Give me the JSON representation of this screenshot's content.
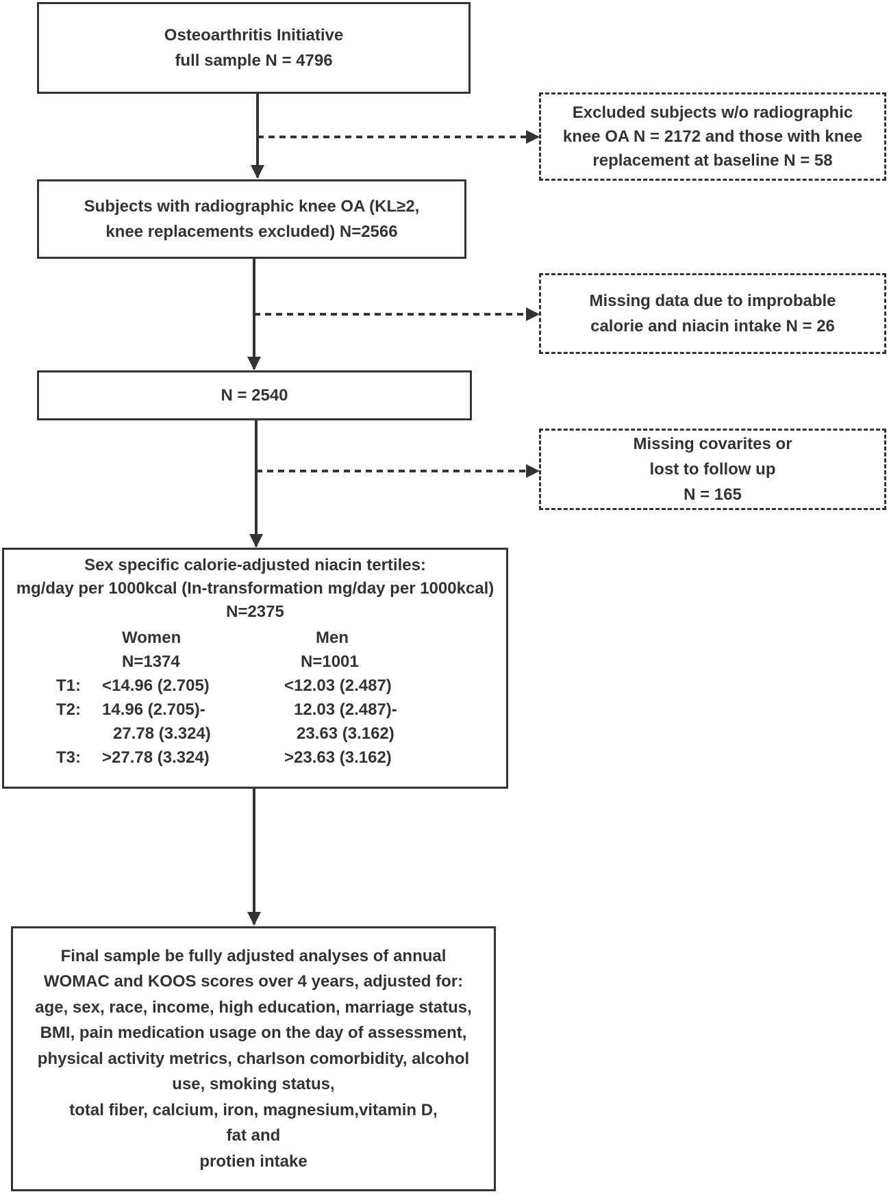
{
  "boxes": {
    "full_sample": [
      "Osteoarthritis Initiative",
      "full sample N = 4796"
    ],
    "excluded_no_oa": [
      "Excluded subjects w/o radiographic",
      "knee OA N = 2172 and those with knee",
      "replacement at baseline N = 58"
    ],
    "radiographic_oa": [
      "Subjects with radiographic knee OA (KL≥2,",
      "knee replacements excluded) N=2566"
    ],
    "missing_calorie": [
      "Missing data due to improbable",
      "calorie and niacin intake N = 26"
    ],
    "n2540": [
      "N = 2540"
    ],
    "missing_covariates": [
      "Missing covarites or",
      "lost to follow up",
      "N = 165"
    ],
    "tertiles": {
      "title": [
        "Sex specific calorie-adjusted niacin tertiles:",
        "mg/day per 1000kcal (In-transformation mg/day per 1000kcal)",
        "N=2375"
      ],
      "women_header": "Women",
      "men_header": "Men",
      "women_n": "N=1374",
      "men_n": "N=1001",
      "rows": [
        {
          "label": "T1:",
          "women": "<14.96 (2.705)",
          "men": "<12.03 (2.487)"
        },
        {
          "label": "T2:",
          "women": "14.96 (2.705)-",
          "men": "12.03 (2.487)-"
        },
        {
          "label": "",
          "women": "27.78 (3.324)",
          "men": "23.63 (3.162)"
        },
        {
          "label": "T3:",
          "women": ">27.78 (3.324)",
          "men": ">23.63 (3.162)"
        }
      ]
    },
    "final_sample": [
      "Final sample be fully adjusted analyses of annual",
      "WOMAC and KOOS scores over 4 years, adjusted for:",
      "age, sex, race, income, high education, marriage status,",
      "BMI, pain medication usage on the day of assessment,",
      "physical activity metrics, charlson comorbidity, alcohol",
      "use, smoking status,",
      "total fiber, calcium, iron, magnesium,vitamin D,",
      "fat and",
      "protien intake"
    ]
  },
  "colors": {
    "stroke": "#333333",
    "background": "#ffffff"
  }
}
